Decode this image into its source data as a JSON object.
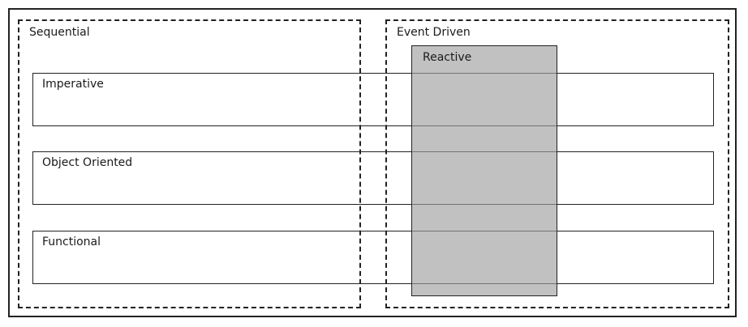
{
  "zones": {
    "sequential": "Sequential",
    "event_driven": "Event Driven"
  },
  "paradigms": {
    "imperative": "Imperative",
    "object_oriented": "Object Oriented",
    "functional": "Functional"
  },
  "reactive": "Reactive"
}
